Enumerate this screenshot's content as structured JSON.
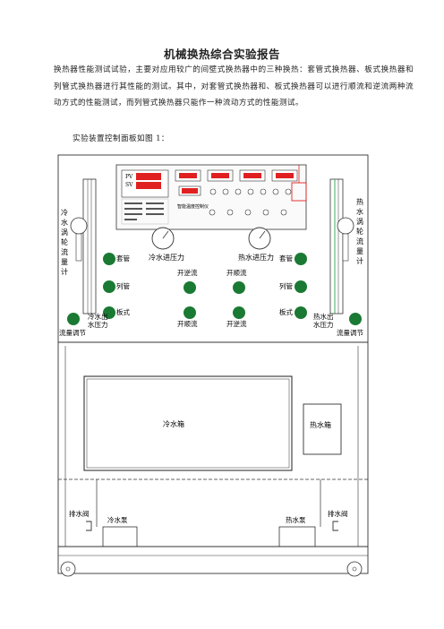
{
  "document": {
    "title": "机械换热综合实验报告",
    "paragraph": "换热器性能测试试验，主要对应用较广的间壁式换热器中的三种换热：套管式换热器、板式换热器和列管式换热器进行其性能的测试。其中，对套管式换热器和、板式换热器可以进行顺流和逆流两种流动方式的性能测试，而列管式换热器只能作一种流动方式的性能测试。",
    "caption": "实验装置控制面板如图 1："
  },
  "panel": {
    "left_flowmeter": [
      "冷",
      "水",
      "涡",
      "轮",
      "流",
      "量",
      "计"
    ],
    "right_flowmeter": [
      "热",
      "水",
      "涡",
      "轮",
      "流",
      "量",
      "计"
    ],
    "pv": "PV",
    "sv": "SV",
    "controller_label": "智能温度控制仪",
    "cold_in_pressure": "冷水进压力",
    "hot_in_pressure": "热水进压力",
    "left_valves": [
      "套管",
      "列管",
      "板式"
    ],
    "right_valves": [
      "套管",
      "列管",
      "板式"
    ],
    "center_top_labels": [
      "开逆流",
      "开顺流"
    ],
    "center_bottom_labels": [
      "开顺流",
      "开逆流"
    ],
    "cold_out_pressure": [
      "冷水出",
      "水压力"
    ],
    "hot_out_pressure": [
      "热水出",
      "水压力"
    ],
    "left_flow_adjust": "流量调节",
    "right_flow_adjust": "流量调节",
    "cold_tank": "冷水箱",
    "hot_tank": "热水箱",
    "left_drain": "排水阀",
    "right_drain": "排水阀",
    "cold_pump": "冷水泵",
    "hot_pump": "热水泵"
  },
  "colors": {
    "accent_red": "#e02020",
    "valve_green": "#1a7a33",
    "pipe_green": "#2aa44a"
  }
}
